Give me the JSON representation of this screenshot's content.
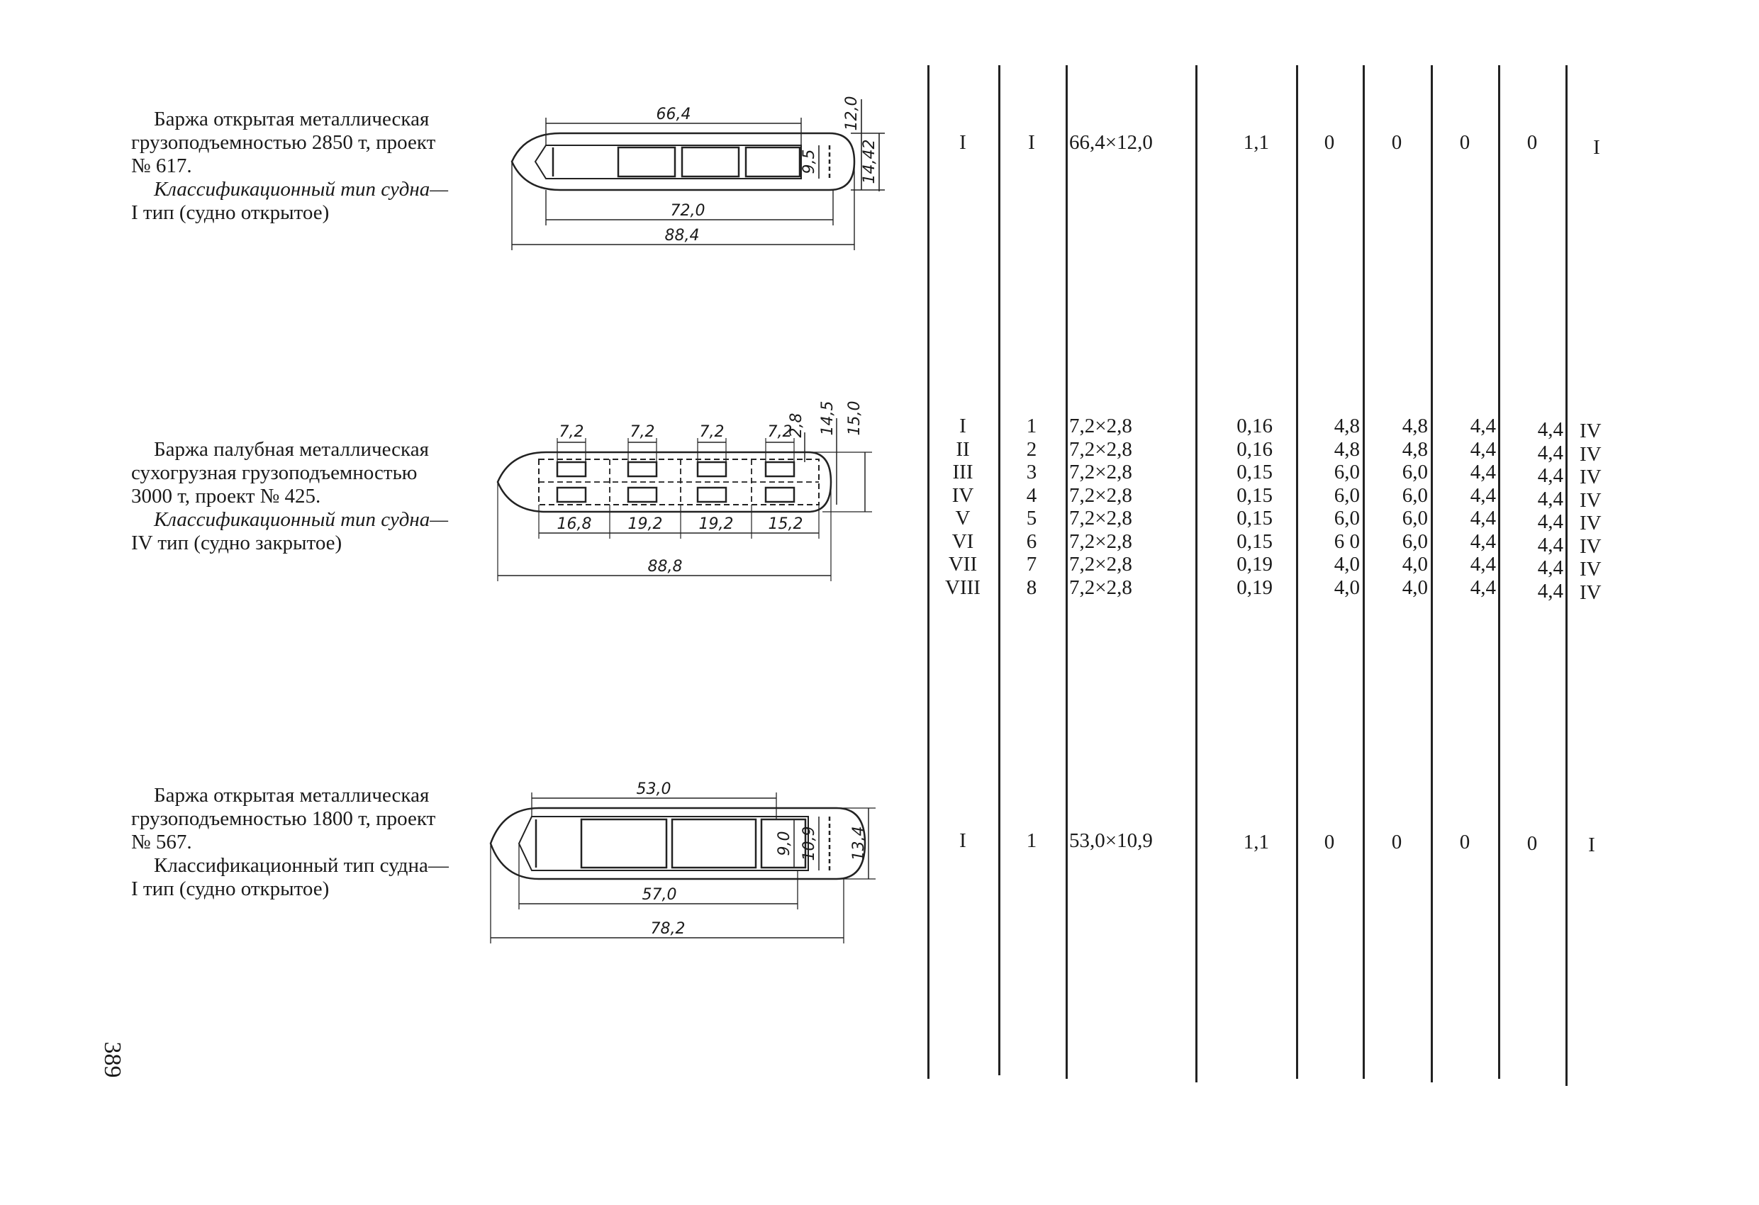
{
  "barges": [
    {
      "line1": "Баржа открытая металлическая",
      "line2": "грузоподъемностью 2850 т, проект",
      "line3": "№ 617.",
      "class_line1": "Классификационный тип судна—",
      "class_line2": "I тип (судно открытое)",
      "dims": {
        "hold_len": "66,4",
        "beam": "12,0",
        "hold_w": "9,5",
        "full_w": "14,42",
        "mid_len": "72,0",
        "total_len": "88,4"
      },
      "row": {
        "c1": "I",
        "c2": "I",
        "c3": "66,4×12,0",
        "c4": "1,1",
        "c5": "0",
        "c6": "0",
        "c7": "0",
        "c8": "0",
        "c9": "I"
      }
    },
    {
      "line1": "Баржа палубная металлическая",
      "line2": "сухогрузная грузоподъемностью",
      "line3": "3000 т, проект № 425.",
      "class_line1": "Классификационный тип судна—",
      "class_line2": "IV тип (судно закрытое)",
      "dims": {
        "hatch": "7,2",
        "h28": "2,8",
        "h145": "14,5",
        "h150": "15,0",
        "s1": "16,8",
        "s2": "19,2",
        "s3": "19,2",
        "s4": "15,2",
        "total_len": "88,8"
      },
      "rows": [
        {
          "c1": "I",
          "c2": "1",
          "c3": "7,2×2,8",
          "c4": "0,16",
          "c5": "4,8",
          "c6": "4,8",
          "c7": "4,4",
          "c8": "4,4",
          "c9": "IV"
        },
        {
          "c1": "II",
          "c2": "2",
          "c3": "7,2×2,8",
          "c4": "0,16",
          "c5": "4,8",
          "c6": "4,8",
          "c7": "4,4",
          "c8": "4,4",
          "c9": "IV"
        },
        {
          "c1": "III",
          "c2": "3",
          "c3": "7,2×2,8",
          "c4": "0,15",
          "c5": "6,0",
          "c6": "6,0",
          "c7": "4,4",
          "c8": "4,4",
          "c9": "IV"
        },
        {
          "c1": "IV",
          "c2": "4",
          "c3": "7,2×2,8",
          "c4": "0,15",
          "c5": "6,0",
          "c6": "6,0",
          "c7": "4,4",
          "c8": "4,4",
          "c9": "IV"
        },
        {
          "c1": "V",
          "c2": "5",
          "c3": "7,2×2,8",
          "c4": "0,15",
          "c5": "6,0",
          "c6": "6,0",
          "c7": "4,4",
          "c8": "4,4",
          "c9": "IV"
        },
        {
          "c1": "VI",
          "c2": "6",
          "c3": "7,2×2,8",
          "c4": "0,15",
          "c5": "6 0",
          "c6": "6,0",
          "c7": "4,4",
          "c8": "4,4",
          "c9": "IV"
        },
        {
          "c1": "VII",
          "c2": "7",
          "c3": "7,2×2,8",
          "c4": "0,19",
          "c5": "4,0",
          "c6": "4,0",
          "c7": "4,4",
          "c8": "4,4",
          "c9": "IV"
        },
        {
          "c1": "VIII",
          "c2": "8",
          "c3": "7,2×2,8",
          "c4": "0,19",
          "c5": "4,0",
          "c6": "4,0",
          "c7": "4,4",
          "c8": "4,4",
          "c9": "IV"
        }
      ]
    },
    {
      "line1": "Баржа открытая металлическая",
      "line2": "грузоподъемностью 1800 т, проект",
      "line3": "№ 567.",
      "class_line1": "Классификационный тип судна—",
      "class_line2": "I тип (судно открытое)",
      "dims": {
        "hold_len": "53,0",
        "hold_w": "9,0",
        "beam": "10,9",
        "full_w": "13,4",
        "mid_len": "57,0",
        "total_len": "78,2"
      },
      "row": {
        "c1": "I",
        "c2": "1",
        "c3": "53,0×10,9",
        "c4": "1,1",
        "c5": "0",
        "c6": "0",
        "c7": "0",
        "c8": "0",
        "c9": "I"
      }
    }
  ],
  "page_number": "389"
}
